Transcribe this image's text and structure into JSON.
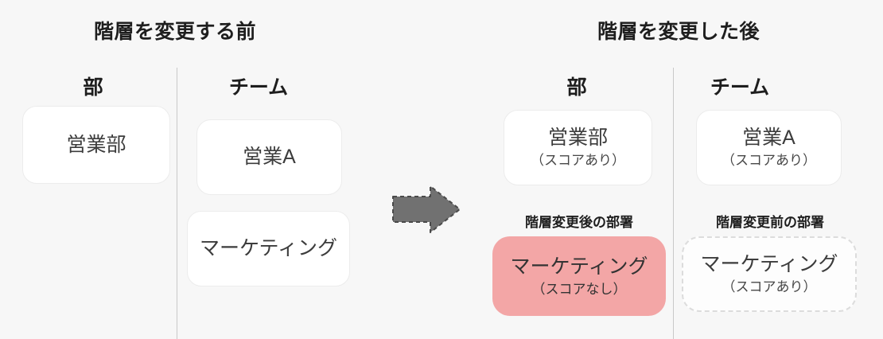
{
  "before": {
    "title": "階層を変更する前",
    "columns": [
      {
        "header": "部",
        "boxes": [
          {
            "label": "営業部"
          }
        ]
      },
      {
        "header": "チーム",
        "boxes": [
          {
            "label": "営業A"
          },
          {
            "label": "マーケティング"
          }
        ]
      }
    ]
  },
  "arrow": {
    "name": "change-direction-arrow",
    "direction": "right"
  },
  "after": {
    "title": "階層を変更した後",
    "columns": [
      {
        "header": "部",
        "boxes": [
          {
            "label": "営業部",
            "sub": "（スコアあり）"
          }
        ],
        "annotation": "階層変更後の部署",
        "highlight_box": {
          "label": "マーケティング",
          "sub": "（スコアなし）"
        }
      },
      {
        "header": "チーム",
        "boxes": [
          {
            "label": "営業A",
            "sub": "（スコアあり）"
          }
        ],
        "annotation": "階層変更前の部署",
        "dashed_box": {
          "label": "マーケティング",
          "sub": "（スコアあり）"
        }
      }
    ]
  },
  "colors": {
    "background": "#f7f7f7",
    "card_background": "#ffffff",
    "card_border": "#ececec",
    "divider": "#c9c9c9",
    "highlight_fill": "#f3a6a6",
    "dashed_border": "#dcdcdc",
    "arrow_fill": "#717171",
    "arrow_stroke": "#4a4a4a",
    "text_primary": "#1e1e1e",
    "text_card": "#3c3c3c"
  }
}
